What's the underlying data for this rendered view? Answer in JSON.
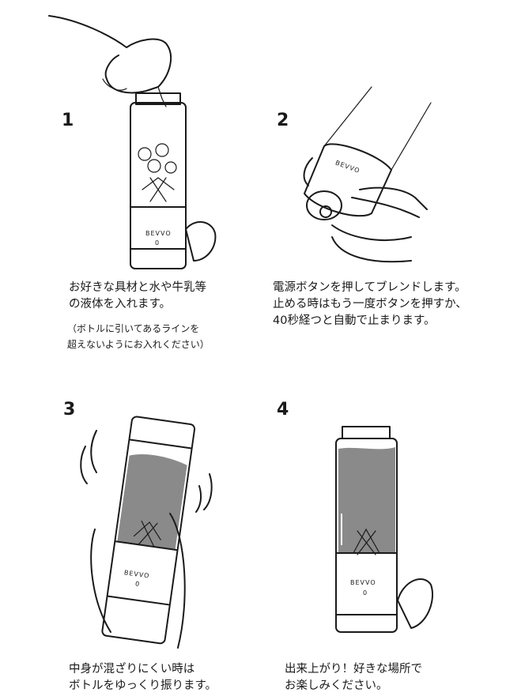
{
  "product_label": "BEVVO",
  "product_mark": "0",
  "steps": [
    {
      "number": "1",
      "lines": [
        "お好きな具材と水や牛乳等",
        "の液体を入れます。"
      ],
      "note": [
        "（ボトルに引いてあるラインを",
        "超えないようにお入れください）"
      ]
    },
    {
      "number": "2",
      "lines": [
        "電源ボタンを押してブレンドします。",
        "止める時はもう一度ボタンを押すか、",
        "40秒経つと自動で止まります。"
      ]
    },
    {
      "number": "3",
      "lines": [
        "中身が混ざりにくい時は",
        "ボトルをゆっくり振ります。"
      ]
    },
    {
      "number": "4",
      "lines": [
        "出来上がり！好きな場所で",
        "お楽しみください。"
      ]
    }
  ]
}
